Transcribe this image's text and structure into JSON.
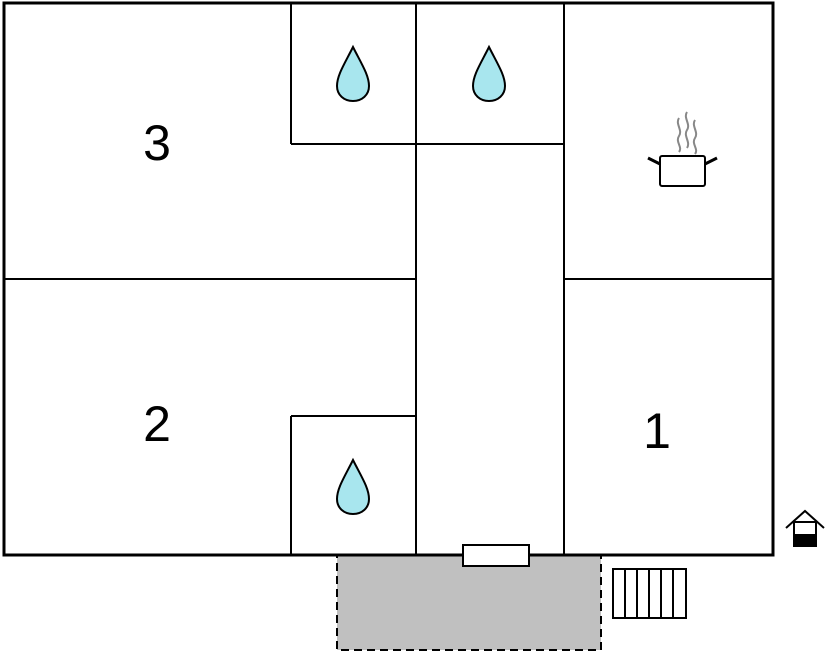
{
  "floor_plan": {
    "rooms": [
      {
        "id": "bedroom-3",
        "label": "3"
      },
      {
        "id": "bedroom-2",
        "label": "2"
      },
      {
        "id": "bedroom-1",
        "label": "1"
      }
    ],
    "icons": {
      "bathroom": "water-drop-icon",
      "kitchen": "cooking-pot-icon",
      "entrance": "house-entrance-icon",
      "steps": "stairs-icon",
      "door": "door-icon",
      "terrace": "terrace-area"
    },
    "colors": {
      "water": "#a8e6ee",
      "terrace": "#c0c0c0",
      "steam": "#888888",
      "lines": "#000000"
    }
  }
}
